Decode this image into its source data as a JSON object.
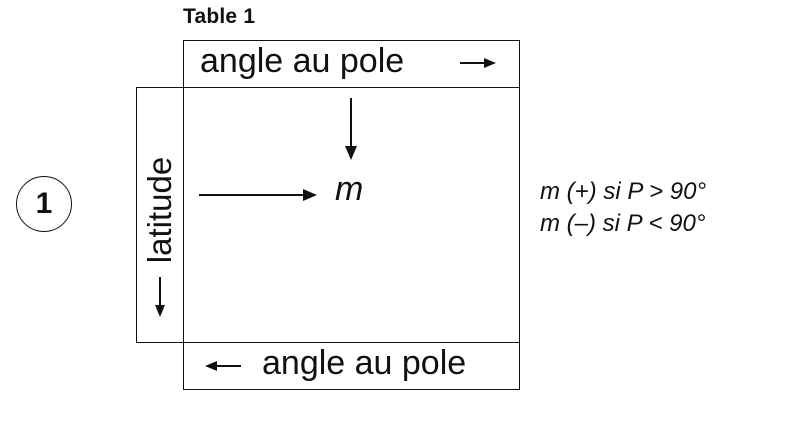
{
  "figure": {
    "number": "1",
    "title": "Table 1"
  },
  "table": {
    "top_label": "angle au pole",
    "bottom_label": "angle au pole",
    "side_label": "latitude",
    "center_label": "m"
  },
  "rules": [
    "m (+)  si P >  90°",
    "m (–)  si P < 90°"
  ]
}
